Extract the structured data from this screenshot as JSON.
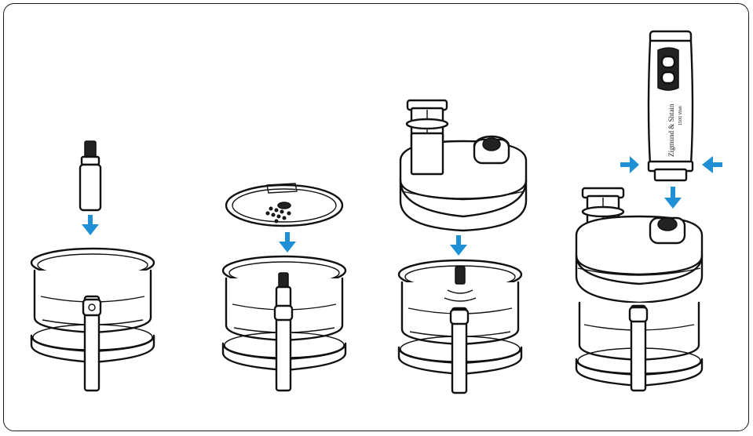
{
  "diagram": {
    "steps": [
      "step-1",
      "step-2",
      "step-3",
      "step-4"
    ],
    "arrow_color": "#1f8fd6",
    "handle_brand": "Zigmund & Shtain",
    "handle_power": "1500 Watt"
  }
}
